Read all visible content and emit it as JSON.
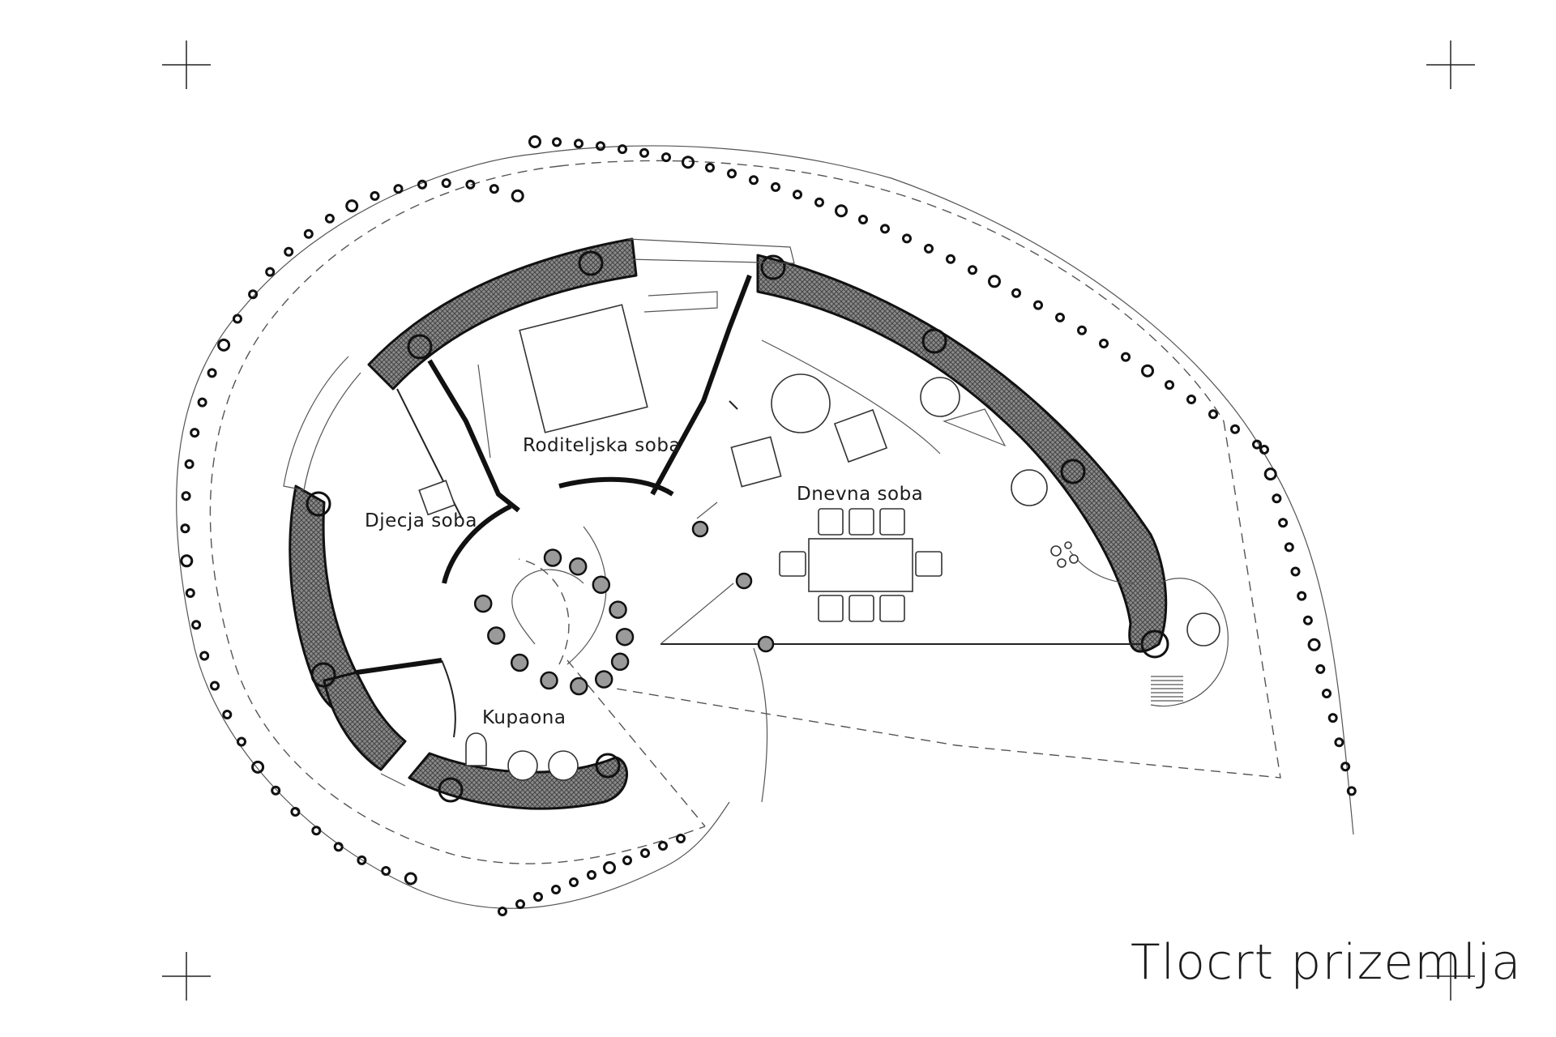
{
  "title": "Tlocrt prizemlja",
  "rooms": {
    "roditeljska": "Roditeljska soba",
    "djecja": "Djecja soba",
    "dnevna": "Dnevna soba",
    "kupaona": "Kupaona"
  },
  "colors": {
    "line": "#111111",
    "hatch": "#6e6e6e",
    "post": "#9a9a9a",
    "background": "#ffffff"
  }
}
